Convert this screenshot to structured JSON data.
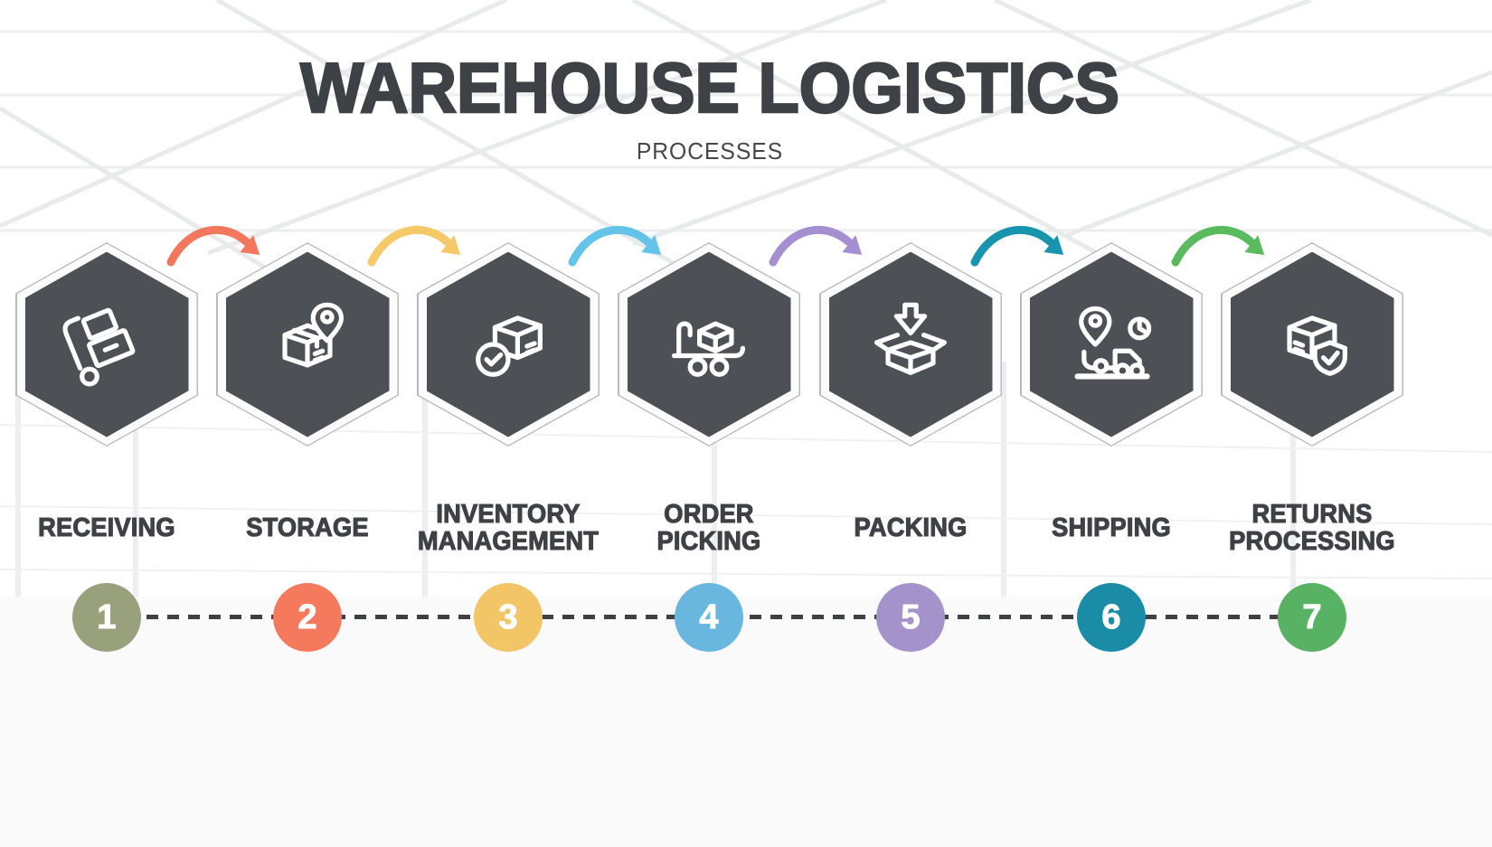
{
  "title": "WAREHOUSE LOGISTICS",
  "subtitle": "PROCESSES",
  "colors": {
    "hexagon_fill": "#4D5055",
    "hexagon_outline": "#B9BABC",
    "text": "#3E4145",
    "dashed_line": "#3E4043",
    "icon_stroke": "#FFFFFF"
  },
  "steps": [
    {
      "number": "1",
      "label_lines": [
        "RECEIVING"
      ],
      "icon": "hand-truck-icon",
      "circle_color": "#99A07C",
      "arrow_to_next_color": "#F3775C"
    },
    {
      "number": "2",
      "label_lines": [
        "STORAGE"
      ],
      "icon": "box-location-pin-icon",
      "circle_color": "#F5795D",
      "arrow_to_next_color": "#F5C968"
    },
    {
      "number": "3",
      "label_lines": [
        "INVENTORY",
        "MANAGEMENT"
      ],
      "icon": "box-check-circle-icon",
      "circle_color": "#F2C567",
      "arrow_to_next_color": "#63C3E9"
    },
    {
      "number": "4",
      "label_lines": [
        "ORDER",
        "PICKING"
      ],
      "icon": "picking-cart-icon",
      "circle_color": "#69B7DE",
      "arrow_to_next_color": "#A48FD1"
    },
    {
      "number": "5",
      "label_lines": [
        "PACKING"
      ],
      "icon": "packing-box-arrow-icon",
      "circle_color": "#A492CB",
      "arrow_to_next_color": "#1894AE"
    },
    {
      "number": "6",
      "label_lines": [
        "SHIPPING"
      ],
      "icon": "shipping-route-icon",
      "circle_color": "#1B8CA6",
      "arrow_to_next_color": "#5ABB5E"
    },
    {
      "number": "7",
      "label_lines": [
        "RETURNS",
        "PROCESSING"
      ],
      "icon": "box-shield-check-icon",
      "circle_color": "#57B363"
    }
  ]
}
